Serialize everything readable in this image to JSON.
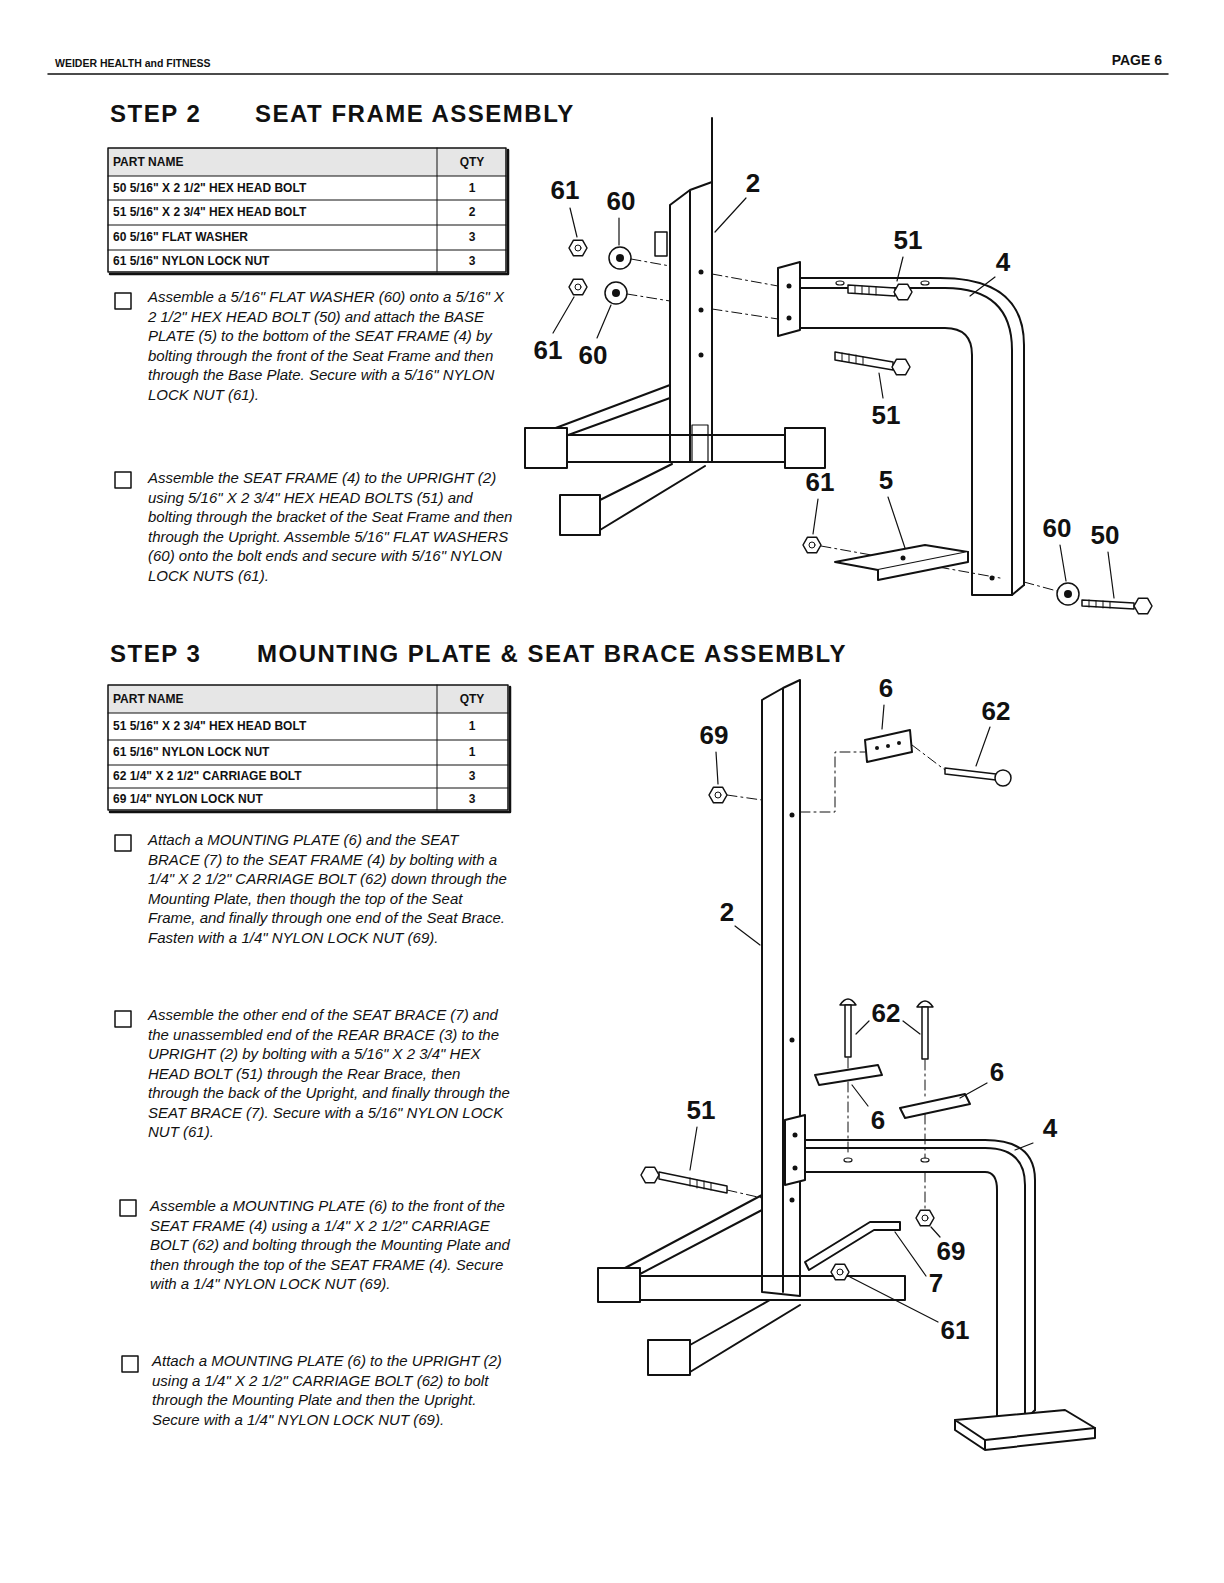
{
  "diagram": {
    "labels": [
      "WEIDER HEALTH and FITNESS",
      "PAGE 6",
      "STEP 2",
      "SEAT FRAME ASSEMBLY",
      "PART NAME",
      "QTY",
      "50 5/16\" X 2 1/2\" HEX HEAD BOLT",
      "1",
      "51 5/16\" X 2 3/4\" HEX HEAD BOLT",
      "2",
      "60 5/16\" FLAT WASHER",
      "3",
      "61 5/16\" NYLON LOCK NUT",
      "3",
      "Assemble a 5/16\" FLAT WASHER (60) onto a 5/16\" X 2 1/2\" HEX HEAD BOLT (50) and attach the BASE PLATE (5) to the bottom of the SEAT FRAME (4) by bolting through the front of the Seat Frame and then through the Base Plate. Secure with a 5/16\" NYLON LOCK NUT (61).",
      "Assemble the SEAT FRAME (4) to the UPRIGHT (2) using 5/16\" X 2 3/4\" HEX HEAD BOLTS (51) and bolting through the bracket of the Seat Frame and then through the Upright. Assemble 5/16\" FLAT WASHERS (60) onto the bolt ends and secure with 5/16\" NYLON LOCK NUTS (61).",
      "61",
      "60",
      "2",
      "51",
      "4",
      "61",
      "60",
      "51",
      "61",
      "5",
      "60",
      "50",
      "STEP 3",
      "MOUNTING PLATE & SEAT BRACE ASSEMBLY",
      "PART NAME",
      "QTY",
      "51 5/16\" X 2 3/4\" HEX HEAD BOLT",
      "1",
      "61 5/16\" NYLON LOCK NUT",
      "1",
      "62 1/4\" X 2 1/2\" CARRIAGE BOLT",
      "3",
      "69 1/4\" NYLON LOCK NUT",
      "3",
      "Attach a MOUNTING PLATE (6) and the SEAT BRACE (7) to the SEAT FRAME (4) by bolting with a 1/4\" X 2 1/2\" CARRIAGE BOLT (62) down through the Mounting Plate, then though the top of the Seat Frame, and finally through one end of the Seat Brace. Fasten with a 1/4\" NYLON LOCK NUT (69).",
      "Assemble the other end of the SEAT BRACE (7) and the unassembled end of the REAR BRACE (3) to the UPRIGHT (2) by bolting with a 5/16\" X 2 3/4\" HEX HEAD BOLT (51) through the Rear Brace, then through the back of the Upright, and finally through the SEAT BRACE (7). Secure with a 5/16\" NYLON LOCK NUT (61).",
      "Assemble a MOUNTING PLATE (6) to the front of the SEAT FRAME (4) using a 1/4\" X 2 1/2\" CARRIAGE BOLT (62) and bolting through the Mounting Plate and then through the top of the SEAT FRAME (4). Secure with a 1/4\" NYLON LOCK NUT (69).",
      "Attach a MOUNTING PLATE (6) to the UPRIGHT (2) using a 1/4\" X 2 1/2\" CARRIAGE BOLT (62) to bolt through the Mounting Plate and then the Upright. Secure with a 1/4\" NYLON LOCK NUT (69).",
      "6",
      "62",
      "69",
      "2",
      "62",
      "6",
      "51",
      "6",
      "4",
      "69",
      "7",
      "61"
    ]
  }
}
